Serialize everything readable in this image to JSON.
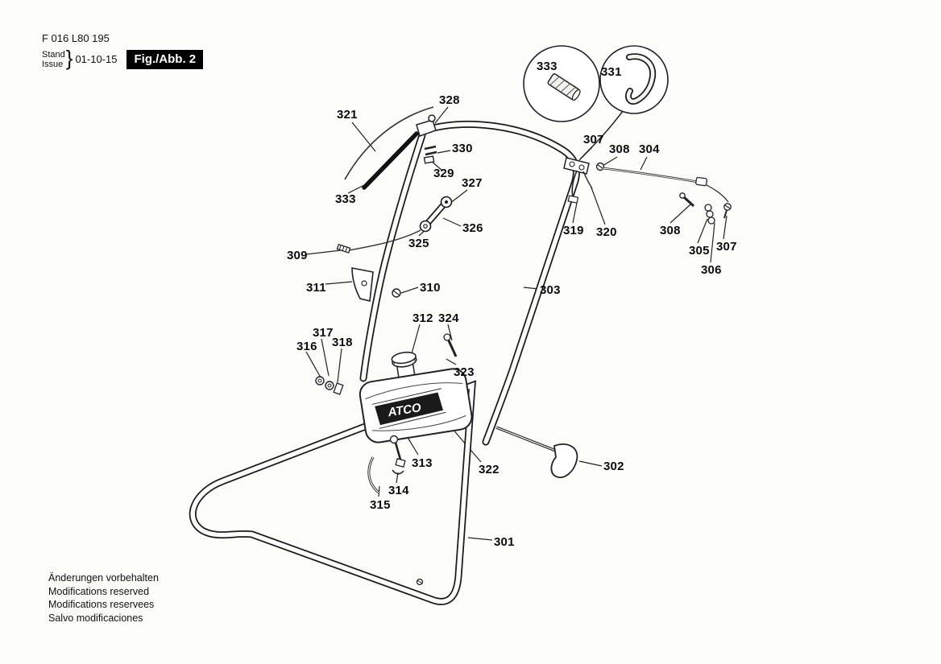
{
  "header": {
    "code": "F 016 L80 195",
    "stand": "Stand",
    "issue": "Issue",
    "brace": "}",
    "date": "01-10-15",
    "figure": "Fig./Abb. 2"
  },
  "footer": {
    "lines": [
      "Änderungen vorbehalten",
      "Modifications reserved",
      "Modifications reservees",
      "Salvo modificaciones"
    ]
  },
  "tank_logo": "ATCO",
  "colors": {
    "line": "#1a1a1a",
    "figure_box_bg": "#000000",
    "figure_box_text": "#ffffff",
    "logo_bg": "#1a1a1a",
    "logo_text": "#ffffff"
  },
  "parts": {
    "p301": "301",
    "p302": "302",
    "p303": "303",
    "p304": "304",
    "p305": "305",
    "p306": "306",
    "p307_top": "307",
    "p307_right": "307",
    "p308_top": "308",
    "p308_right": "308",
    "p309": "309",
    "p310": "310",
    "p311": "311",
    "p312": "312",
    "p313": "313",
    "p314": "314",
    "p315": "315",
    "p316": "316",
    "p317": "317",
    "p318": "318",
    "p319": "319",
    "p320": "320",
    "p321": "321",
    "p322": "322",
    "p323": "323",
    "p324": "324",
    "p325": "325",
    "p326": "326",
    "p327": "327",
    "p328": "328",
    "p329": "329",
    "p330": "330",
    "p333_main": "333",
    "p333_detail": "333",
    "p331_detail": "331"
  }
}
